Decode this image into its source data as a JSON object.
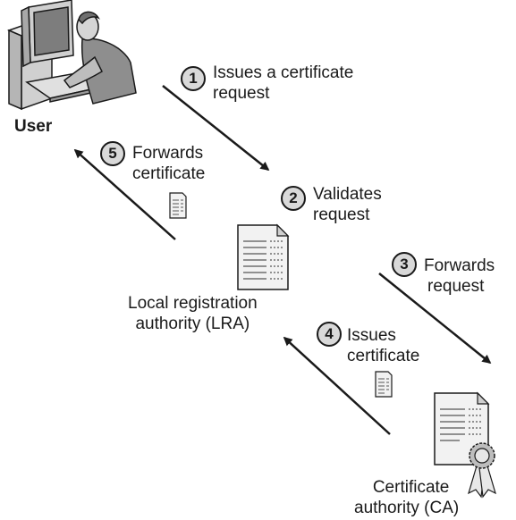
{
  "user": {
    "label": "User"
  },
  "steps": [
    {
      "num": "1",
      "lines": [
        "Issues a certificate",
        "request"
      ]
    },
    {
      "num": "2",
      "lines": [
        "Validates",
        "request"
      ]
    },
    {
      "num": "3",
      "lines": [
        "Forwards",
        "request"
      ]
    },
    {
      "num": "4",
      "lines": [
        "Issues",
        "certificate"
      ]
    },
    {
      "num": "5",
      "lines": [
        "Forwards",
        "certificate"
      ]
    }
  ],
  "lra": {
    "lines": [
      "Local registration",
      "authority (LRA)"
    ]
  },
  "ca": {
    "lines": [
      "Certificate",
      "authority (CA)"
    ]
  }
}
